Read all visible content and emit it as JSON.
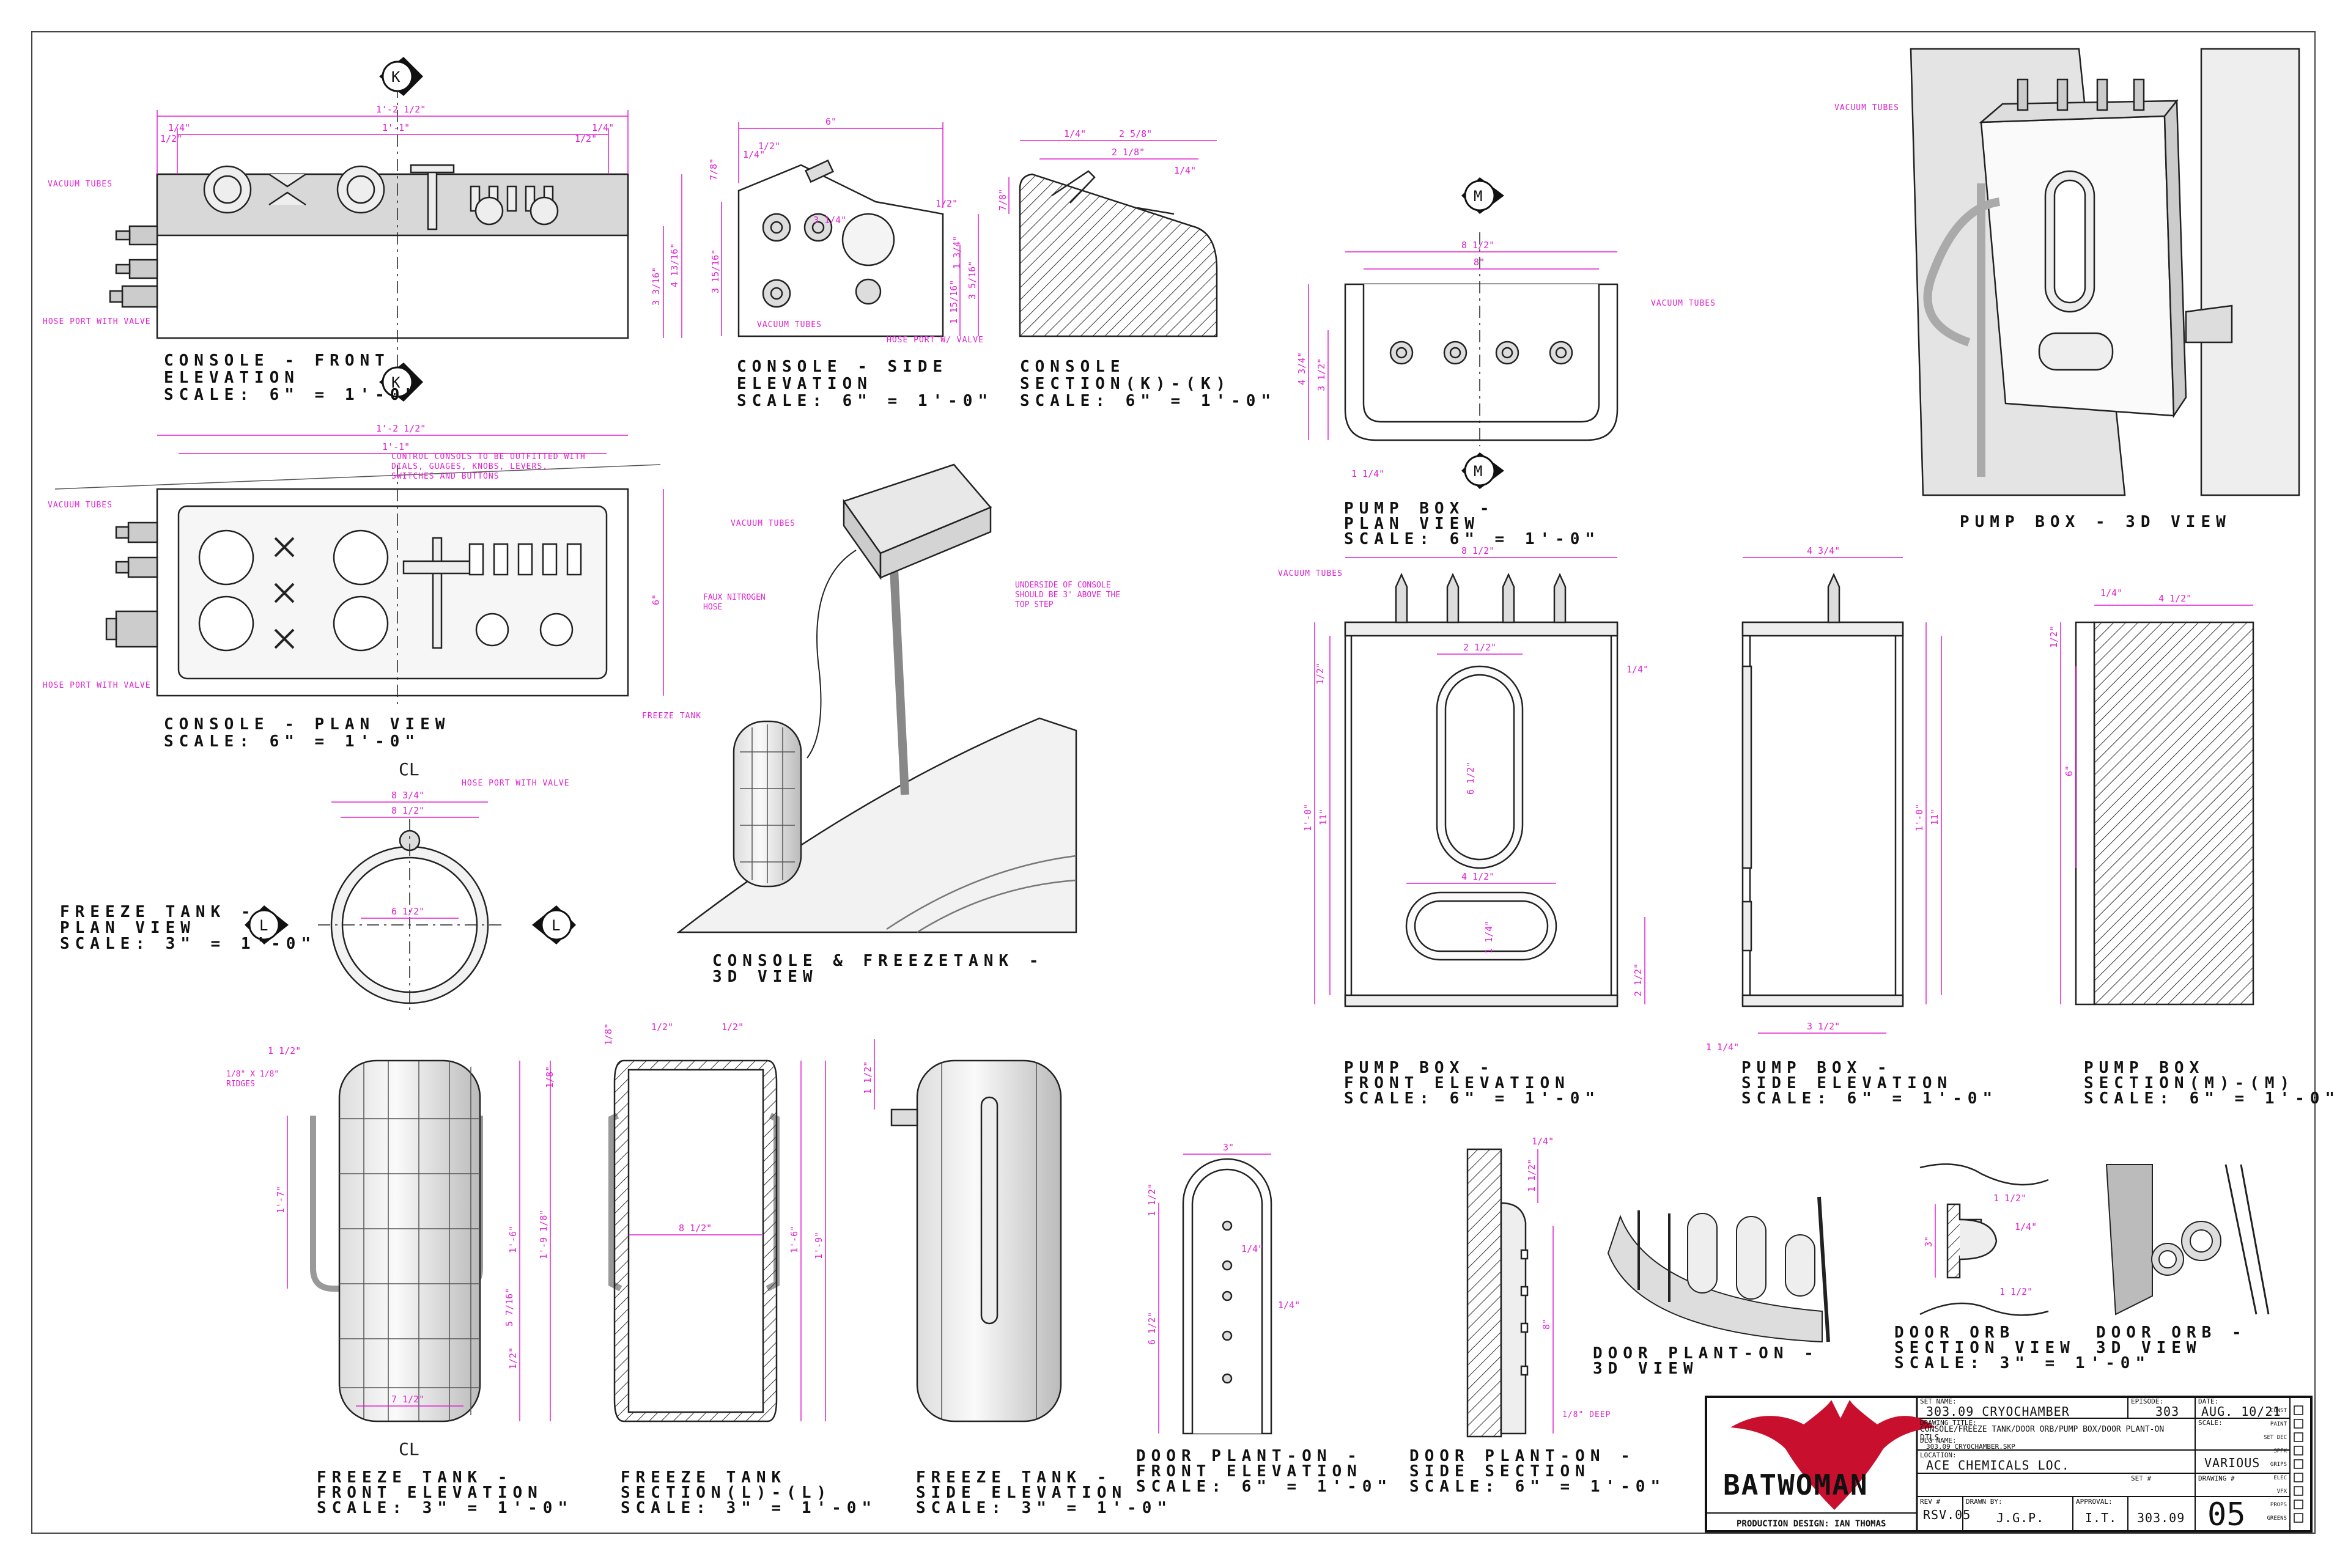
{
  "titles": {
    "console_front": [
      "CONSOLE - FRONT",
      "ELEVATION",
      "SCALE: 6\" = 1'-0\""
    ],
    "console_side": [
      "CONSOLE - SIDE",
      "ELEVATION",
      "SCALE: 6\" = 1'-0\""
    ],
    "console_section": [
      "CONSOLE",
      "SECTION(K)-(K)",
      "SCALE: 6\" = 1'-0\""
    ],
    "console_plan": [
      "CONSOLE - PLAN VIEW",
      "SCALE: 6\" = 1'-0\""
    ],
    "console_3d": [
      "CONSOLE & FREEZETANK -",
      "3D VIEW"
    ],
    "freeze_plan": [
      "FREEZE TANK -",
      "PLAN VIEW",
      "SCALE: 3\" = 1'-0\""
    ],
    "pump_plan": [
      "PUMP BOX -",
      "PLAN VIEW",
      "SCALE: 6\" = 1'-0\""
    ],
    "pump_3d": [
      "PUMP BOX - 3D VIEW"
    ],
    "pump_front": [
      "PUMP BOX -",
      "FRONT ELEVATION",
      "SCALE: 6\" = 1'-0\""
    ],
    "pump_side": [
      "PUMP BOX -",
      "SIDE ELEVATION",
      "SCALE: 6\" = 1'-0\""
    ],
    "pump_section": [
      "PUMP BOX",
      "SECTION(M)-(M)",
      "SCALE: 6\" = 1'-0\""
    ],
    "freeze_front": [
      "FREEZE TANK -",
      "FRONT ELEVATION",
      "SCALE: 3\" = 1'-0\""
    ],
    "freeze_section": [
      "FREEZE TANK",
      "SECTION(L)-(L)",
      "SCALE: 3\" = 1'-0\""
    ],
    "freeze_side": [
      "FREEZE TANK -",
      "SIDE ELEVATION",
      "SCALE: 3\" = 1'-0\""
    ],
    "door_front": [
      "DOOR PLANT-ON -",
      "FRONT ELEVATION",
      "SCALE: 6\" = 1'-0\""
    ],
    "door_side": [
      "DOOR PLANT-ON -",
      "SIDE SECTION",
      "SCALE: 6\" = 1'-0\""
    ],
    "door_3d": [
      "DOOR PLANT-ON -",
      "3D VIEW"
    ],
    "orb_section": [
      "DOOR ORB",
      "SECTION VIEW",
      "SCALE: 3\" = 1'-0\""
    ],
    "orb_3d": [
      "DOOR ORB -",
      "3D VIEW"
    ]
  },
  "markers": {
    "k": "K",
    "m": "M",
    "l": "L",
    "cl": "CL"
  },
  "labels": {
    "vacuum_tubes": "VACUUM TUBES",
    "hose_port": "HOSE PORT WITH VALVE",
    "hose_port_short": "HOSE PORT W/ VALVE",
    "control_note": "CONTROL CONSOLS TO BE OUTFITTED WITH DIALS, GUAGES, KNOBS, LEVERS, SWITCHES AND BUTTONS",
    "faux_hose": "FAUX NITROGEN HOSE",
    "freeze_tank": "FREEZE TANK",
    "underside_note": "UNDERSIDE OF CONSOLE SHOULD BE 3' ABOVE THE TOP STEP",
    "ridges": "1/8\" X 1/8\" RIDGES",
    "deep": "1/8\" DEEP"
  },
  "dims": {
    "c_total": "1'-2 1/2\"",
    "c_inner": "1'-1\"",
    "q": "1/4\"",
    "h": "1/2\"",
    "c_h1": "3 3/16\"",
    "c_h2": "4 13/16\"",
    "c_plan_h": "6\"",
    "s_w": "6\"",
    "s_d1": "3 1/4\"",
    "s_d2": "3 15/16\"",
    "s_d3": "1 15/16\"",
    "s_d4": "3 5/16\"",
    "s_d5": "1 3/4\"",
    "s_d6": "7/8\"",
    "k_w1": "2 5/8\"",
    "k_w2": "2 1/8\"",
    "f_w1": "8 3/4\"",
    "f_w2": "8 1/2\"",
    "f_w3": "6 1/2\"",
    "f_h1": "1'-7\"",
    "f_h2": "1'-9 1/8\"",
    "f_h3": "1'-6\"",
    "f_h4": "1'-9\"",
    "f_b": "7 1/2\"",
    "f_s": "5 7/16\"",
    "f_q": "1/8\"",
    "f_r": "1 1/2\"",
    "p_w": "8 1/2\"",
    "p_iw": "8\"",
    "p_d": "4 3/4\"",
    "p_d2": "3 1/2\"",
    "p_d3": "1 1/4\"",
    "p_h": "1'-0\"",
    "p_h2": "11\"",
    "p_s": "2 1/2\"",
    "p_s2": "6 1/2\"",
    "p_s3": "4 1/2\"",
    "p_s4": "1 1/4\"",
    "p_sw": "3 1/2\"",
    "p_sw2": "4 3/4\"",
    "p_sec": "4 1/2\"",
    "p_sec2": "6\"",
    "d_w": "3\"",
    "d_h": "8\"",
    "d_h2": "6 1/2\"",
    "d_q": "1/4\"",
    "d_o": "3\""
  },
  "titleblock": {
    "logo_text": "BATWOMAN",
    "production": "PRODUCTION DESIGN: IAN THOMAS",
    "set_name_label": "SET NAME:",
    "set_name": "303.09 CRYOCHAMBER",
    "episode_label": "EPISODE:",
    "episode": "303",
    "date_label": "DATE:",
    "date": "AUG. 10/21",
    "drawing_title_label": "DRAWING TITLE:",
    "drawing_title": "CONSOLE/FREEZE TANK/DOOR ORB/PUMP BOX/DOOR PLANT-ON DTLS.",
    "file_label": "DLG NAME:",
    "file": "303.09 CRYOCHAMBER.SKP",
    "scale_label": "SCALE:",
    "scale": "VARIOUS",
    "location_label": "LOCATION:",
    "location": "ACE CHEMICALS LOC.",
    "set_no_label": "SET #",
    "drawing_no_label": "DRAWING #",
    "rev_label": "REV #",
    "rev": "RSV.05",
    "drawn_label": "DRAWN BY:",
    "drawn": "J.G.P.",
    "approval_label": "APPROVAL:",
    "approval": "I.T.",
    "set_no": "303.09",
    "drawing_no": "05",
    "checklist": [
      "CONST",
      "PAINT",
      "SET DEC",
      "SPFX",
      "GRIPS",
      "ELEC",
      "VFX",
      "PROPS",
      "GREENS"
    ]
  }
}
